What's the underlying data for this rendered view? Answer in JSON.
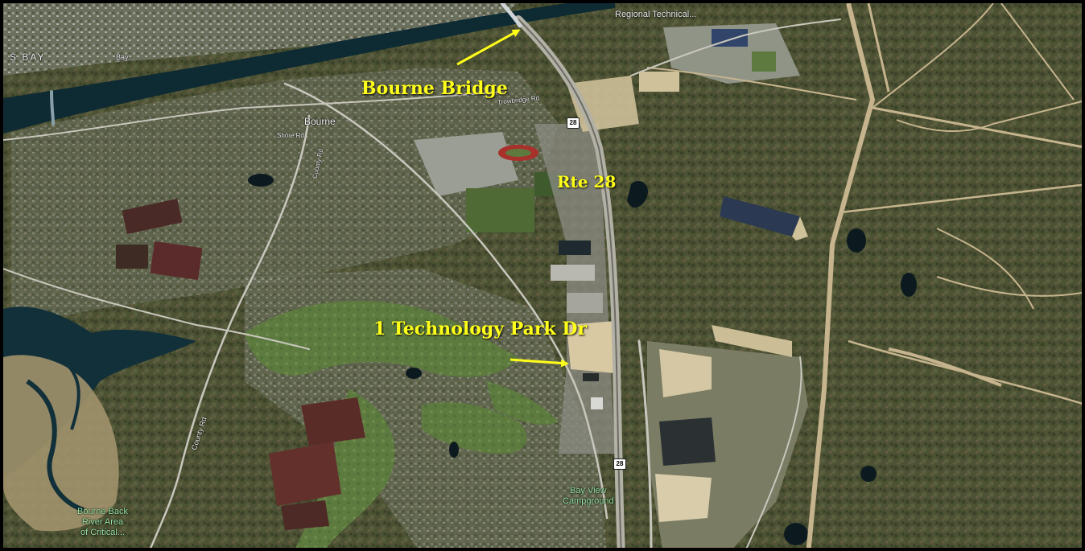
{
  "map": {
    "annotations": {
      "bridge": "Bourne Bridge",
      "route": "Rte 28",
      "site": "1 Technology Park Dr"
    },
    "place_labels": {
      "regional": "Regional Technical...",
      "bay": "S BAY",
      "bay_town": "Bay...",
      "bourne": "Bourne",
      "shore_rd": "Shore Rd",
      "county_rd_north": "County Rd",
      "county_rd_south": "County Rd",
      "trowbridge": "Trowbridge Rd",
      "campground_line1": "Bay View",
      "campground_line2": "Campground",
      "back_river_line1": "Bourne Back",
      "back_river_line2": "River Area",
      "back_river_line3": "of Critical..."
    },
    "route_shields": [
      "28",
      "28"
    ],
    "colors": {
      "annotation": "#ffff1a",
      "water": "#0e2a33",
      "forest": "#4a5234",
      "poi_label": "#9be6a6"
    }
  }
}
